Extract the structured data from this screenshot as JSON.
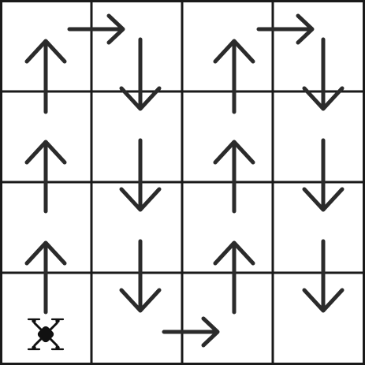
{
  "grid": {
    "rows": 4,
    "cols": 4,
    "line_color": "#1a1a1a",
    "background_color": "#ffffff"
  },
  "arrows": [
    {
      "name": "arrow-up-r0c0",
      "row": 0,
      "col": 0,
      "direction": "up"
    },
    {
      "name": "arrow-right-r0c0-to-r0c1",
      "row": 0,
      "col": 0,
      "direction": "right",
      "between": "c0-c1"
    },
    {
      "name": "arrow-down-r0c1",
      "row": 0,
      "col": 1,
      "direction": "down"
    },
    {
      "name": "arrow-up-r0c2",
      "row": 0,
      "col": 2,
      "direction": "up"
    },
    {
      "name": "arrow-right-r0c2-to-r0c3",
      "row": 0,
      "col": 2,
      "direction": "right",
      "between": "c2-c3"
    },
    {
      "name": "arrow-down-r0c3",
      "row": 0,
      "col": 3,
      "direction": "down"
    },
    {
      "name": "arrow-up-r1c0",
      "row": 1,
      "col": 0,
      "direction": "up"
    },
    {
      "name": "arrow-down-r1c1",
      "row": 1,
      "col": 1,
      "direction": "down"
    },
    {
      "name": "arrow-up-r1c2",
      "row": 1,
      "col": 2,
      "direction": "up"
    },
    {
      "name": "arrow-down-r1c3",
      "row": 1,
      "col": 3,
      "direction": "down"
    },
    {
      "name": "arrow-up-r2c0",
      "row": 2,
      "col": 0,
      "direction": "up"
    },
    {
      "name": "arrow-down-r2c1",
      "row": 2,
      "col": 1,
      "direction": "down"
    },
    {
      "name": "arrow-up-r2c2",
      "row": 2,
      "col": 2,
      "direction": "up"
    },
    {
      "name": "arrow-down-r2c3",
      "row": 2,
      "col": 3,
      "direction": "down"
    },
    {
      "name": "arrow-down-r3c1",
      "row": 3,
      "col": 1,
      "direction": "down"
    },
    {
      "name": "arrow-right-r3c1-to-r3c2",
      "row": 3,
      "col": 1,
      "direction": "right",
      "between": "c1-c2"
    },
    {
      "name": "arrow-down-r3c3",
      "row": 3,
      "col": 3,
      "direction": "down"
    }
  ],
  "drone": {
    "icon": "drone-icon",
    "row": 3,
    "col": 0,
    "color": "#111111"
  }
}
